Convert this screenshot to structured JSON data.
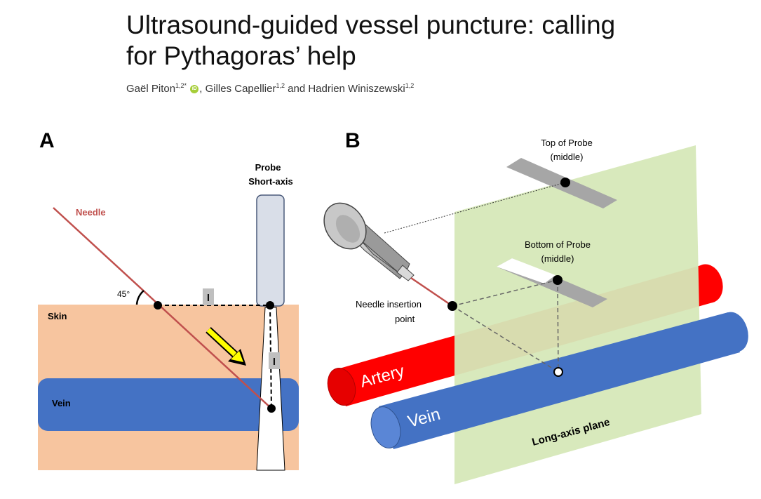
{
  "title_line1": "Ultrasound-guided vessel puncture: calling",
  "title_line2": "for Pythagoras’ help",
  "authors": {
    "a1_name": "Gaël Piton",
    "a1_sup": "1,2*",
    "a2_name": "Gilles Capellier",
    "a2_sup": "1,2",
    "connector": "and",
    "a3_name": "Hadrien Winiszewski",
    "a3_sup": "1,2"
  },
  "orcid_icon": "orcid-icon",
  "panel_a": {
    "label": "A",
    "probe_line1": "Probe",
    "probe_line2": "Short-axis",
    "needle_label": "Needle",
    "angle_label": "45°",
    "length_label": "l",
    "skin_label": "Skin",
    "vein_label": "Vein",
    "colors": {
      "skin": "#f7c59f",
      "vein": "#4472c4",
      "needle": "#c0504d",
      "probe": "#d9dee8",
      "arrow": "#ffff00"
    }
  },
  "panel_b": {
    "label": "B",
    "top_probe_line1": "Top of Probe",
    "top_probe_line2": "(middle)",
    "bottom_probe_line1": "Bottom of Probe",
    "bottom_probe_line2": "(middle)",
    "insertion_line1": "Needle insertion",
    "insertion_line2": "point",
    "artery_label": "Artery",
    "vein_label": "Vein",
    "plane_label": "Long-axis plane",
    "colors": {
      "plane": "#d6e8b8",
      "artery": "#ff0000",
      "vein": "#4472c4",
      "probe": "#a6a6a6"
    }
  }
}
